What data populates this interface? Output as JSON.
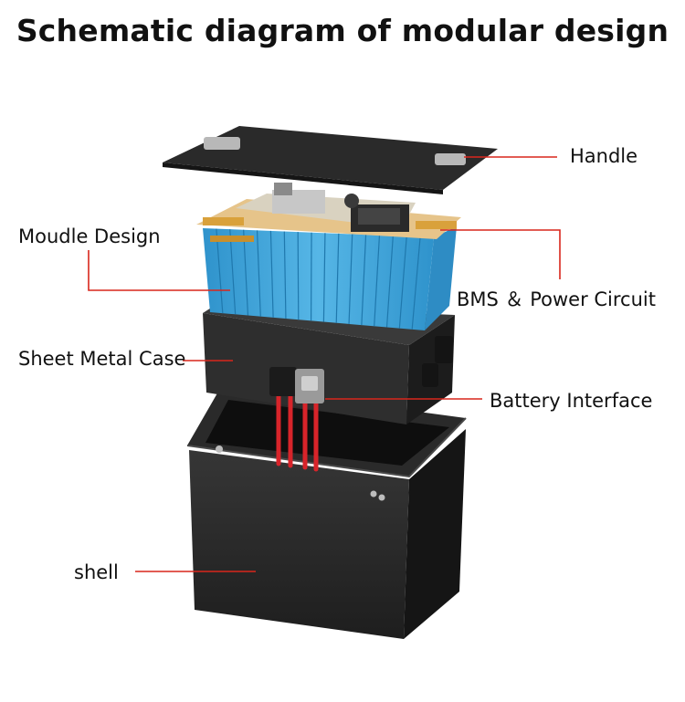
{
  "title": "Schematic diagram of modular design",
  "labels": {
    "handle": "Handle",
    "module_design": "Moudle Design",
    "bms": "BMS ＆ Power Circuit",
    "sheet_metal_case": "Sheet Metal Case",
    "battery_interface": "Battery Interface",
    "shell": "shell"
  },
  "colors": {
    "leader_line": "#d9261c",
    "cell_blue": "#3fa6dc",
    "case_dark": "#2b2b2b",
    "cable_red": "#d8242a",
    "busbar_copper": "#d9a13b"
  },
  "icons": [
    "battery-cell-icon",
    "handle-icon",
    "connector-icon"
  ]
}
